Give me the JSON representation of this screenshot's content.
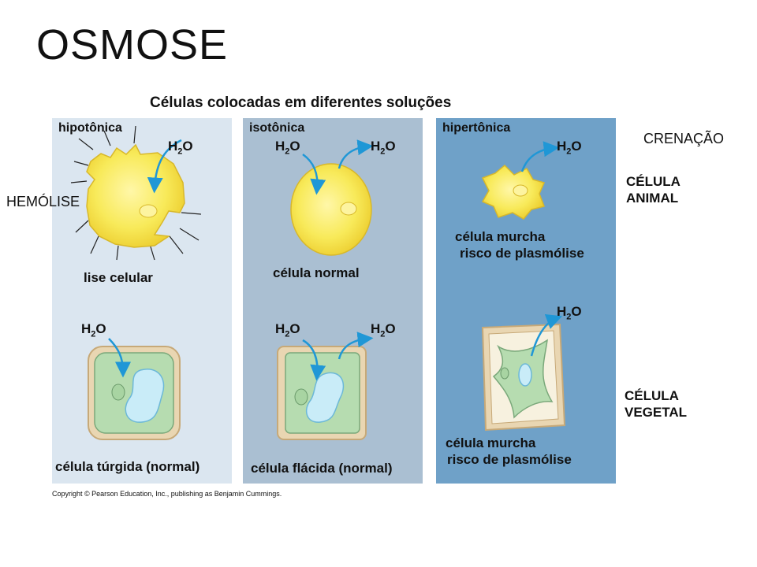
{
  "slide_title": "OSMOSE",
  "figure_title": "Células colocadas em diferentes soluções",
  "panels": {
    "hypotonic": {
      "title": "hipotônica",
      "animal_caption": "lise celular",
      "plant_caption": "célula túrgida (normal)"
    },
    "isotonic": {
      "title": "isotônica",
      "animal_caption": "célula normal",
      "plant_caption": "célula flácida (normal)"
    },
    "hypertonic": {
      "title": "hipertônica",
      "animal_caption_1": "célula murcha",
      "animal_caption_2": "risco de plasmólise",
      "plant_caption_1": "célula murcha",
      "plant_caption_2": "risco de plasmólise"
    }
  },
  "water": {
    "symbol": "H",
    "sub": "2",
    "tail": "O"
  },
  "row_labels": {
    "animal_1": "CÉLULA",
    "animal_2": "ANIMAL",
    "plant_1": "CÉLULA",
    "plant_2": "VEGETAL"
  },
  "annotations": {
    "left": "HEMÓLISE",
    "right": "CRENAÇÃO"
  },
  "copyright": "Copyright © Pearson Education, Inc., publishing as Benjamin Cummings.",
  "colors": {
    "hypotonic_bg": "#dbe6f0",
    "isotonic_bg": "#aabfd2",
    "hypertonic_bg": "#6fa1c8",
    "arrow": "#1f97d6",
    "cell_yellow": "#f8ea5a",
    "plant_green": "#b6dcb0",
    "vacuole": "#c9ecf8"
  }
}
